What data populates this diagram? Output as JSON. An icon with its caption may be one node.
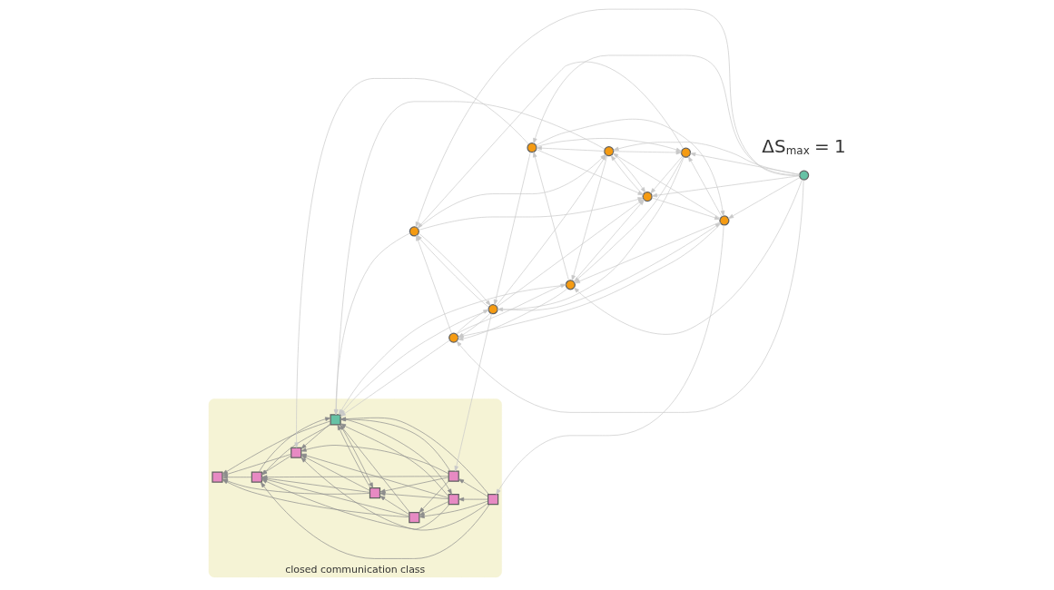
{
  "diagram": {
    "nodes": [
      {
        "text": [
          "closed communication class"
        ]
      },
      {
        "text": [],
        "shape": "box",
        "in": 0
      },
      {
        "text": [],
        "shape": "box",
        "in": 0
      },
      {
        "text": [],
        "shape": "box",
        "in": 0
      },
      {
        "text": [],
        "shape": "box",
        "in": 0
      },
      {
        "text": [],
        "shape": "box",
        "in": 0
      },
      {
        "text": [],
        "shape": "box",
        "in": 0
      },
      {
        "text": [],
        "shape": "box",
        "in": 0
      },
      {
        "text": [],
        "shape": "box",
        "in": 0
      },
      {
        "text": [],
        "shape": "box",
        "in": 0
      },
      {
        "text": [],
        "shape": "circle"
      },
      {
        "text": [],
        "shape": "circle"
      },
      {
        "text": [],
        "shape": "circle"
      },
      {
        "text": [],
        "shape": "circle"
      },
      {
        "text": [],
        "shape": "circle"
      },
      {
        "text": [],
        "shape": "circle"
      },
      {
        "text": [],
        "shape": "circle"
      },
      {
        "text": [],
        "shape": "circle"
      },
      {
        "text": [],
        "shape": "circle"
      },
      {
        "text": [],
        "shape": "circle"
      }
    ],
    "edges": [
      {
        "from": 1,
        "to": 2,
        "arrow": "to"
      },
      {
        "from": 1,
        "to": 5,
        "arrow": "to"
      },
      {
        "from": 1,
        "to": 7,
        "arrow": "to"
      },
      {
        "from": 1,
        "to": 8,
        "arrow": "to"
      },
      {
        "from": 1,
        "to": 6,
        "arrow": "to"
      },
      {
        "from": 3,
        "to": 1,
        "arrow": "to"
      },
      {
        "from": 3,
        "to": 2,
        "arrow": "to"
      },
      {
        "from": 3,
        "to": 6,
        "arrow": "to"
      },
      {
        "from": 3,
        "to": 7,
        "arrow": "to"
      },
      {
        "from": 3,
        "to": 8,
        "arrow": "to"
      },
      {
        "from": 3,
        "to": 4,
        "arrow": "to"
      },
      {
        "from": 2,
        "to": 5,
        "arrow": "to"
      },
      {
        "from": 2,
        "to": 9,
        "arrow": "to"
      },
      {
        "from": 2,
        "to": 7,
        "arrow": "to"
      },
      {
        "from": 2,
        "to": 6,
        "arrow": "to"
      },
      {
        "from": 4,
        "to": 2,
        "arrow": "to"
      },
      {
        "from": 4,
        "to": 5,
        "arrow": "to"
      },
      {
        "from": 4,
        "to": 6,
        "arrow": "to"
      },
      {
        "from": 4,
        "to": 7,
        "arrow": "to"
      },
      {
        "from": 4,
        "to": 8,
        "arrow": "to"
      },
      {
        "from": 6,
        "to": 4,
        "arrow": "to"
      },
      {
        "from": 6,
        "to": 5,
        "arrow": "to"
      },
      {
        "from": 6,
        "to": 7,
        "arrow": "to"
      },
      {
        "from": 6,
        "to": 8,
        "arrow": "to"
      },
      {
        "from": 6,
        "to": 9,
        "arrow": "to"
      },
      {
        "from": 5,
        "to": 9,
        "arrow": "to"
      },
      {
        "from": 5,
        "to": 7,
        "arrow": "to"
      },
      {
        "from": 5,
        "to": 8,
        "arrow": "to"
      },
      {
        "from": 5,
        "to": 6,
        "arrow": "to"
      },
      {
        "from": 8,
        "to": 7,
        "arrow": "to"
      },
      {
        "from": 8,
        "to": 9,
        "arrow": "to"
      },
      {
        "from": 7,
        "to": 9,
        "arrow": "to"
      },
      {
        "from": 7,
        "to": 6,
        "arrow": "to"
      },
      {
        "from": 10,
        "to": 3,
        "arrow": "to",
        "color": "#c8c8c8"
      },
      {
        "from": 12,
        "to": 1,
        "arrow": "to",
        "color": "#c8c8c8"
      },
      {
        "from": 17,
        "to": 8,
        "arrow": "to",
        "color": "#c8c8c8"
      },
      {
        "from": 12,
        "to": 6,
        "arrow": "to",
        "color": "#c8c8c8"
      },
      {
        "from": 14,
        "to": 6,
        "arrow": "to",
        "color": "#c8c8c8"
      },
      {
        "from": 15,
        "to": 6,
        "arrow": "to",
        "color": "#c8c8c8"
      },
      {
        "from": 16,
        "to": 6,
        "arrow": "to",
        "color": "#c8c8c8"
      },
      {
        "from": 18,
        "to": 6,
        "arrow": "to",
        "color": "#c8c8c8"
      },
      {
        "from": 11,
        "to": 10,
        "arrow": "to",
        "color": "#c8c8c8"
      },
      {
        "from": 12,
        "to": 10,
        "arrow": "to",
        "color": "#c8c8c8"
      },
      {
        "from": 12,
        "to": 11,
        "arrow": "to",
        "color": "#c8c8c8"
      },
      {
        "from": 13,
        "to": 12,
        "arrow": "to",
        "color": "#c8c8c8"
      },
      {
        "from": 14,
        "to": 12,
        "arrow": "to",
        "color": "#c8c8c8"
      },
      {
        "from": 13,
        "to": 14,
        "arrow": "to",
        "color": "#c8c8c8"
      },
      {
        "from": 13,
        "to": 11,
        "arrow": "to",
        "color": "#c8c8c8"
      },
      {
        "from": 13,
        "to": 15,
        "arrow": "to",
        "color": "#c8c8c8"
      },
      {
        "from": 10,
        "to": 13,
        "arrow": "to",
        "color": "#c8c8c8"
      },
      {
        "from": 10,
        "to": 16,
        "arrow": "to",
        "color": "#c8c8c8"
      },
      {
        "from": 10,
        "to": 18,
        "arrow": "to",
        "color": "#c8c8c8"
      },
      {
        "from": 10,
        "to": 15,
        "arrow": "to",
        "color": "#c8c8c8"
      },
      {
        "from": 11,
        "to": 18,
        "arrow": "to",
        "color": "#c8c8c8"
      },
      {
        "from": 12,
        "to": 16,
        "arrow": "to",
        "color": "#c8c8c8"
      },
      {
        "from": 12,
        "to": 18,
        "arrow": "to",
        "color": "#c8c8c8"
      },
      {
        "from": 12,
        "to": 14,
        "arrow": "to",
        "color": "#c8c8c8"
      },
      {
        "from": 14,
        "to": 11,
        "arrow": "to",
        "color": "#c8c8c8"
      },
      {
        "from": 14,
        "to": 18,
        "arrow": "to",
        "color": "#c8c8c8"
      },
      {
        "from": 15,
        "to": 16,
        "arrow": "to",
        "color": "#c8c8c8"
      },
      {
        "from": 15,
        "to": 17,
        "arrow": "to",
        "color": "#c8c8c8"
      },
      {
        "from": 15,
        "to": 11,
        "arrow": "to",
        "color": "#c8c8c8"
      },
      {
        "from": 16,
        "to": 14,
        "arrow": "to",
        "color": "#c8c8c8"
      },
      {
        "from": 16,
        "to": 12,
        "arrow": "to",
        "color": "#c8c8c8"
      },
      {
        "from": 16,
        "to": 15,
        "arrow": "to",
        "color": "#c8c8c8"
      },
      {
        "from": 17,
        "to": 12,
        "arrow": "to",
        "color": "#c8c8c8"
      },
      {
        "from": 17,
        "to": 10,
        "arrow": "to",
        "color": "#c8c8c8"
      },
      {
        "from": 17,
        "to": 13,
        "arrow": "to",
        "color": "#c8c8c8"
      },
      {
        "from": 17,
        "to": 11,
        "arrow": "to",
        "color": "#c8c8c8"
      },
      {
        "from": 18,
        "to": 17,
        "arrow": "to",
        "color": "#c8c8c8"
      },
      {
        "from": 18,
        "to": 13,
        "arrow": "to",
        "color": "#c8c8c8"
      },
      {
        "from": 18,
        "to": 11,
        "arrow": "to",
        "color": "#c8c8c8"
      },
      {
        "from": 18,
        "to": 15,
        "arrow": "to",
        "color": "#c8c8c8"
      },
      {
        "from": 19,
        "to": 17,
        "arrow": "to",
        "color": "#c8c8c8"
      },
      {
        "from": 19,
        "to": 18,
        "arrow": "to",
        "color": "#c8c8c8"
      },
      {
        "from": 19,
        "to": 16,
        "arrow": "to",
        "color": "#c8c8c8"
      },
      {
        "from": 19,
        "to": 14,
        "arrow": "to",
        "color": "#c8c8c8"
      },
      {
        "from": 19,
        "to": 11,
        "arrow": "to",
        "color": "#c8c8c8"
      },
      {
        "from": 19,
        "to": 10,
        "arrow": "to",
        "color": "#c8c8c8"
      },
      {
        "from": 19,
        "to": 13,
        "arrow": "to",
        "color": "#c8c8c8"
      },
      {
        "from": 19,
        "to": 15,
        "arrow": "to",
        "color": "#c8c8c8"
      }
    ],
    "labels": [
      "ΔS$_{max}$ = 1"
    ]
  }
}
